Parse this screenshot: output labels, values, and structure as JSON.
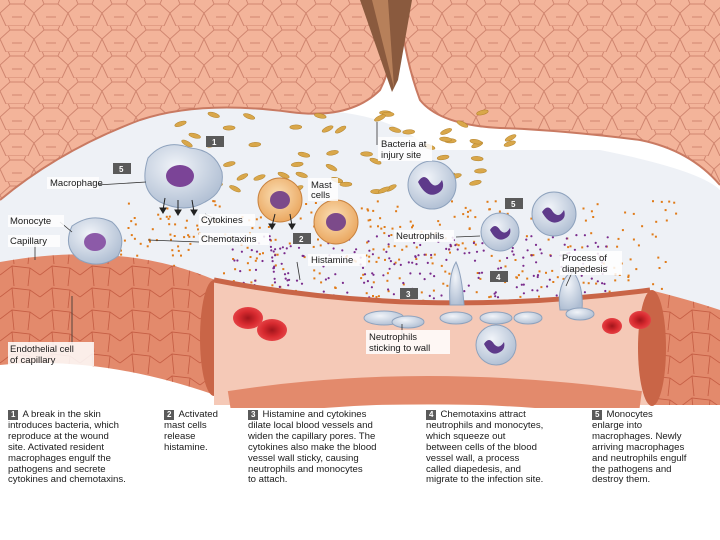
{
  "labels": {
    "bacteria": [
      "Bacteria at",
      "injury site"
    ],
    "macrophage": "Macrophage",
    "mast_cells": [
      "Mast",
      "cells"
    ],
    "monocyte": "Monocyte",
    "capillary": "Capillary",
    "cytokines": "Cytokines",
    "chemotaxins": "Chemotaxins",
    "histamine": "Histamine",
    "neutrophils": "Neutrophils",
    "diapedesis": [
      "Process of",
      "diapedesis"
    ],
    "neutrophils_wall": [
      "Neutrophils",
      "sticking to wall"
    ],
    "endothelial": [
      "Endothelial cell",
      "of capillary"
    ]
  },
  "badges": {
    "b1": "1",
    "b2": "2",
    "b3": "3",
    "b4": "4",
    "b5a": "5",
    "b5b": "5"
  },
  "captions": [
    {
      "num": "1",
      "lines": [
        "A break in the skin",
        "introduces bacteria, which",
        "reproduce at the wound",
        "site. Activated resident",
        "macrophages engulf the",
        "pathogens and secrete",
        "cytokines and chemotaxins."
      ]
    },
    {
      "num": "2",
      "lines": [
        "Activated",
        "mast cells",
        "release",
        "histamine."
      ]
    },
    {
      "num": "3",
      "lines": [
        "Histamine and cytokines",
        "dilate local blood vessels and",
        "widen the capillary pores. The",
        "cytokines also make the blood",
        "vessel wall sticky, causing",
        "neutrophils and monocytes",
        "to attach."
      ]
    },
    {
      "num": "4",
      "lines": [
        "Chemotaxins attract",
        "neutrophils and monocytes,",
        "which squeeze out",
        "between cells of the blood",
        "vessel wall, a process",
        "called diapedesis, and",
        "migrate to the infection site."
      ]
    },
    {
      "num": "5",
      "lines": [
        "Monocytes",
        "enlarge into",
        "macrophages. Newly",
        "arriving macrophages",
        "and neutrophils engulf",
        "the pathogens and",
        "destroy them."
      ]
    }
  ],
  "colors": {
    "tissue": "#f3b49a",
    "tissue_line": "#c97a62",
    "wound_space": "#e9edf3",
    "bacteria": "#d9a74a",
    "vessel_wall": "#e38a6c",
    "vessel_lumen": "#f7cfc0",
    "rbc": "#d9252b",
    "wbc": "#c9d4e4",
    "nucleus": "#6d3e8a",
    "mast": "#f4c47e",
    "histamine": "#7a2b8c",
    "chemotaxin": "#e07b18",
    "badge": "#5a5a5a"
  }
}
